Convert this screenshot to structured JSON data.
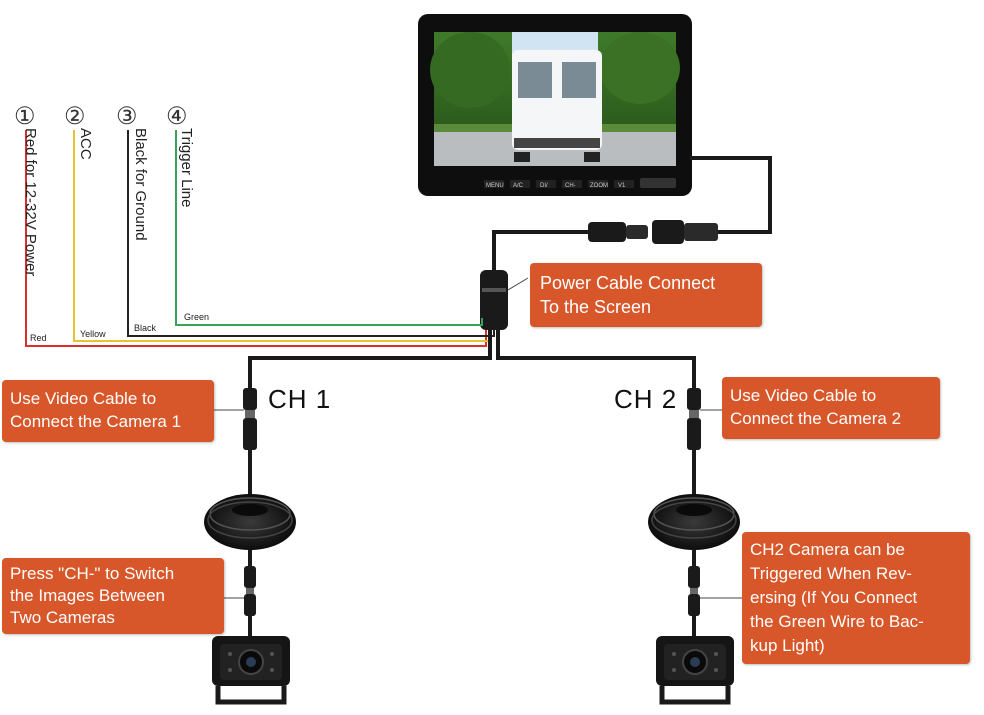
{
  "wires": [
    {
      "num": "①",
      "desc": "Red for 12-32V Power",
      "label": "Red",
      "color": "#d9302b"
    },
    {
      "num": "②",
      "desc": "ACC",
      "label": "Yellow",
      "color": "#e6c32f"
    },
    {
      "num": "③",
      "desc": "Black for Ground",
      "label": "Black",
      "color": "#222222"
    },
    {
      "num": "④",
      "desc": "Trigger Line",
      "label": "Green",
      "color": "#3aa35a"
    }
  ],
  "channels": {
    "ch1": "CH 1",
    "ch2": "CH 2"
  },
  "callouts": {
    "power": [
      "Power Cable Connect",
      "To the Screen"
    ],
    "video1": [
      "Use Video Cable to",
      "Connect the Camera 1"
    ],
    "video2": [
      "Use Video Cable to",
      "Connect the Camera 2"
    ],
    "switch": [
      "Press \"CH-\" to Switch",
      "the Images Between",
      "Two Cameras"
    ],
    "trigger": [
      "CH2 Camera can be",
      "Triggered When Rev-",
      "ersing (If You Connect",
      "the Green Wire to Bac-",
      "kup Light)"
    ]
  },
  "monitor_buttons": [
    "MENU",
    "A/C",
    "DI/",
    "CH-",
    "ZOOM",
    "V1"
  ],
  "colors": {
    "callout": "#d8572a",
    "cable": "#1a1a1a"
  }
}
